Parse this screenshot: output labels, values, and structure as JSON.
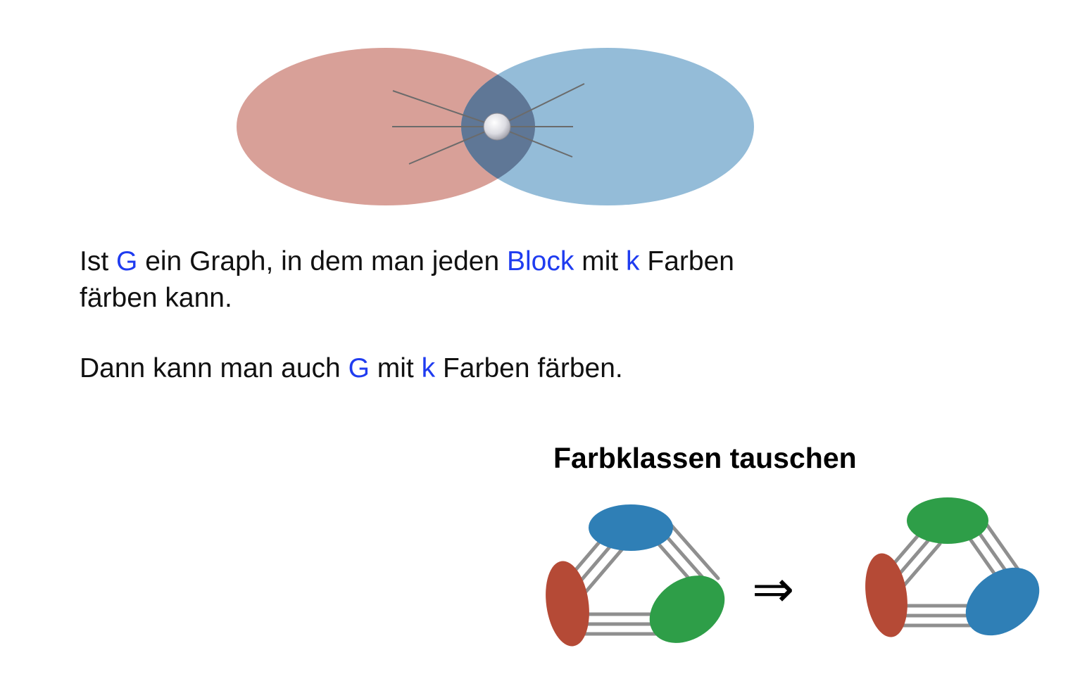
{
  "statement1": {
    "p1": "Ist ",
    "G": "G",
    "p2": " ein Graph, in dem man jeden ",
    "block": "Block",
    "p3": " mit ",
    "k": "k",
    "p4": " Farben",
    "line2": "färben kann."
  },
  "statement2": {
    "p1": "Dann kann man auch ",
    "G": "G",
    "p2": " mit ",
    "k": "k",
    "p3": " Farben färben."
  },
  "swap": {
    "title": "Farbklassen tauschen",
    "arrow": "⇒"
  },
  "colors": {
    "block_left": "#d8a098",
    "block_right": "#94bcd8",
    "overlap": "#5f7796",
    "cut_vertex": "#e4e4e8",
    "edge": "#6b6b6b",
    "highlight_text": "#1f3cf0",
    "class_blue": "#2f7fb6",
    "class_red": "#b54a36",
    "class_green": "#2e9e48",
    "graph_edge": "#8f8f8f"
  }
}
